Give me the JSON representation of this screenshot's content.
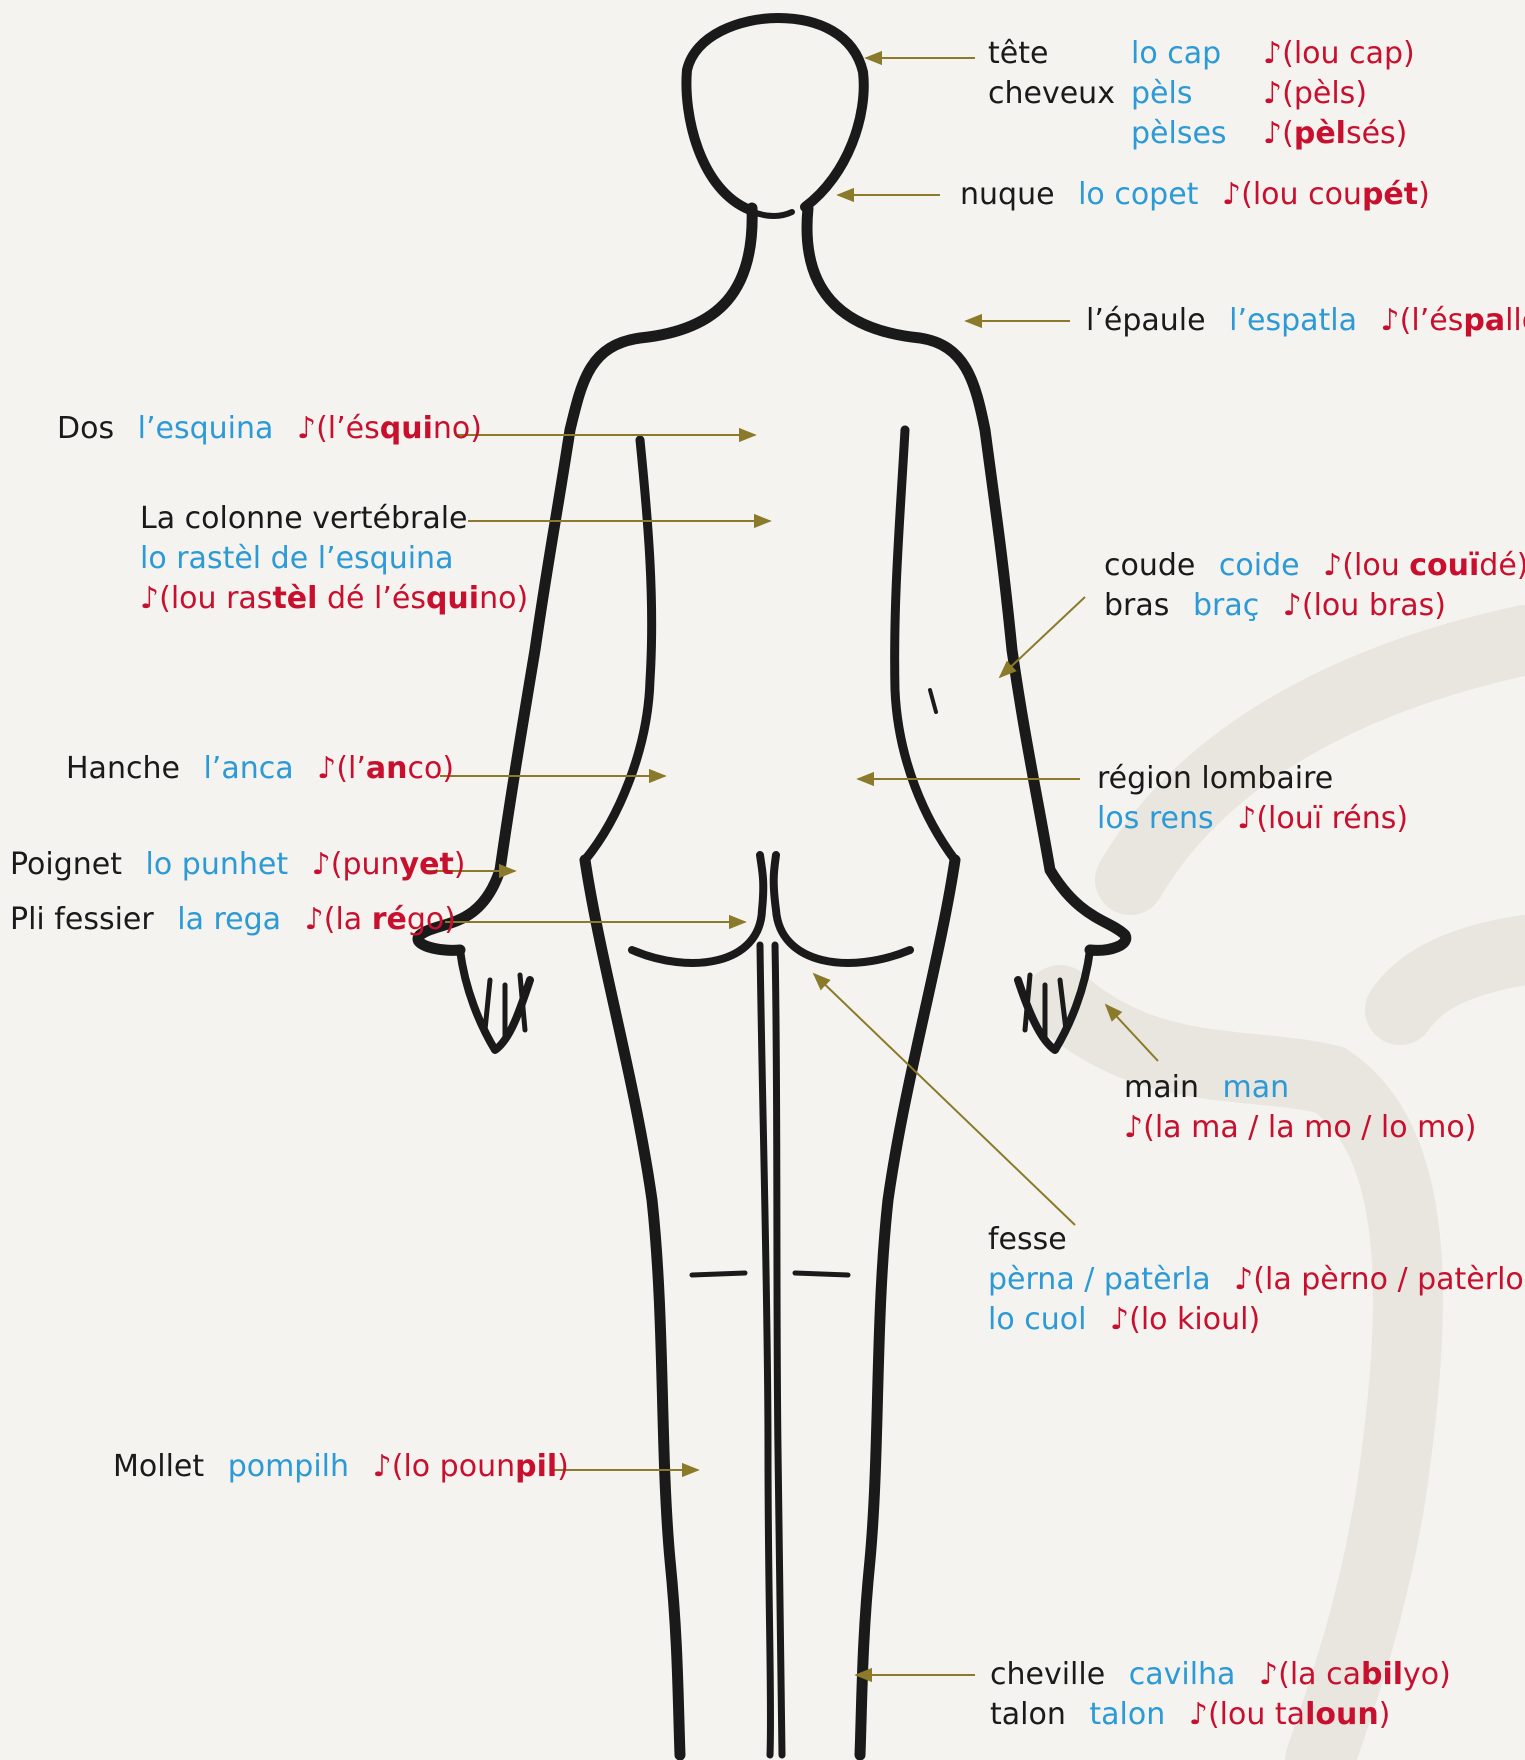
{
  "colors": {
    "french": "#1a1a1a",
    "occitan": "#2c9ad6",
    "pronunciation": "#c8102e",
    "arrow": "#8a7a2a",
    "body_outline": "#1a1a1a",
    "background": "#f4f3ef",
    "watermark": "#e9e6e0"
  },
  "note_icon": "eighth-note-icon",
  "labels": {
    "tete": {
      "fr": "tête",
      "oc": "lo cap",
      "pr": [
        {
          "t": "♪(lou cap)",
          "b": false
        }
      ]
    },
    "cheveux": {
      "fr": "cheveux",
      "oc": "pèls",
      "pr": [
        {
          "t": "♪(pèls)",
          "b": false
        }
      ]
    },
    "cheveux2": {
      "oc": "pèlses",
      "pr": [
        {
          "t": "♪(",
          "b": false
        },
        {
          "t": "pèl",
          "b": true
        },
        {
          "t": "sés)",
          "b": false
        }
      ]
    },
    "nuque": {
      "fr": "nuque",
      "oc": "lo copet",
      "pr": [
        {
          "t": "♪(lou cou",
          "b": false
        },
        {
          "t": "pét",
          "b": true
        },
        {
          "t": ")",
          "b": false
        }
      ]
    },
    "epaule": {
      "fr": "l’épaule",
      "oc": "l’espatla",
      "pr": [
        {
          "t": "♪(l’és",
          "b": false
        },
        {
          "t": "pa",
          "b": true
        },
        {
          "t": "llo)",
          "b": false
        }
      ]
    },
    "dos": {
      "fr": "Dos",
      "oc": "l’esquina",
      "pr": [
        {
          "t": "♪(l’és",
          "b": false
        },
        {
          "t": "qui",
          "b": true
        },
        {
          "t": "no)",
          "b": false
        }
      ]
    },
    "colonne": {
      "fr": "La colonne vertébrale",
      "oc": "lo rastèl de l’esquina",
      "pr": [
        {
          "t": "♪(lou ras",
          "b": false
        },
        {
          "t": "tèl",
          "b": true
        },
        {
          "t": " dé l’és",
          "b": false
        },
        {
          "t": "qui",
          "b": true
        },
        {
          "t": "no)",
          "b": false
        }
      ]
    },
    "coude": {
      "fr": "coude",
      "oc": "coide",
      "pr": [
        {
          "t": "♪(lou ",
          "b": false
        },
        {
          "t": "couï",
          "b": true
        },
        {
          "t": "dé)",
          "b": false
        }
      ]
    },
    "bras": {
      "fr": "bras",
      "oc": "braç",
      "pr": [
        {
          "t": "♪(lou bras)",
          "b": false
        }
      ]
    },
    "hanche": {
      "fr": "Hanche",
      "oc": "l’anca",
      "pr": [
        {
          "t": "♪(l’",
          "b": false
        },
        {
          "t": "an",
          "b": true
        },
        {
          "t": "co)",
          "b": false
        }
      ]
    },
    "lombaire": {
      "fr": "région lombaire",
      "oc": "los rens",
      "pr": [
        {
          "t": "♪(louï réns)",
          "b": false
        }
      ]
    },
    "poignet": {
      "fr": "Poignet",
      "oc": "lo punhet",
      "pr": [
        {
          "t": "♪(pun",
          "b": false
        },
        {
          "t": "yet",
          "b": true
        },
        {
          "t": ")",
          "b": false
        }
      ]
    },
    "pli": {
      "fr": "Pli fessier",
      "oc": "la rega",
      "pr": [
        {
          "t": "♪(la ",
          "b": false
        },
        {
          "t": "ré",
          "b": true
        },
        {
          "t": "go)",
          "b": false
        }
      ]
    },
    "main": {
      "fr": "main",
      "oc": "man",
      "pr": [
        {
          "t": "♪(la ma / la mo / lo mo)",
          "b": false
        }
      ]
    },
    "fesse": {
      "fr": "fesse",
      "oc": "pèrna / patèrla",
      "pr": [
        {
          "t": "♪(la pèrno / patèrlo)",
          "b": false
        }
      ]
    },
    "fesse2": {
      "oc": "lo cuol",
      "pr": [
        {
          "t": "♪(lo kioul)",
          "b": false
        }
      ]
    },
    "mollet": {
      "fr": "Mollet",
      "oc": "pompilh",
      "pr": [
        {
          "t": "♪(lo poun",
          "b": false
        },
        {
          "t": "pil",
          "b": true
        },
        {
          "t": ")",
          "b": false
        }
      ]
    },
    "cheville": {
      "fr": "cheville",
      "oc": "cavilha",
      "pr": [
        {
          "t": "♪(la ca",
          "b": false
        },
        {
          "t": "bil",
          "b": true
        },
        {
          "t": "yo)",
          "b": false
        }
      ]
    },
    "talon": {
      "fr": "talon",
      "oc": "talon",
      "pr": [
        {
          "t": "♪(lou ta",
          "b": false
        },
        {
          "t": "loun",
          "b": true
        },
        {
          "t": ")",
          "b": false
        }
      ]
    }
  }
}
